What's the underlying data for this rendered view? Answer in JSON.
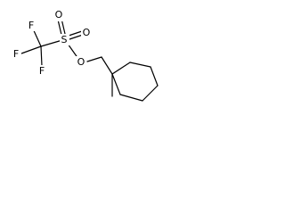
{
  "molecule": {
    "atoms": {
      "f_top": "F",
      "f_left": "F",
      "f_bottom": "F",
      "s": "S",
      "o_top": "O",
      "o_right": "O",
      "o_ester": "O"
    }
  },
  "colors": {
    "bond": "#000000",
    "label": "#000000",
    "background": "#ffffff"
  }
}
